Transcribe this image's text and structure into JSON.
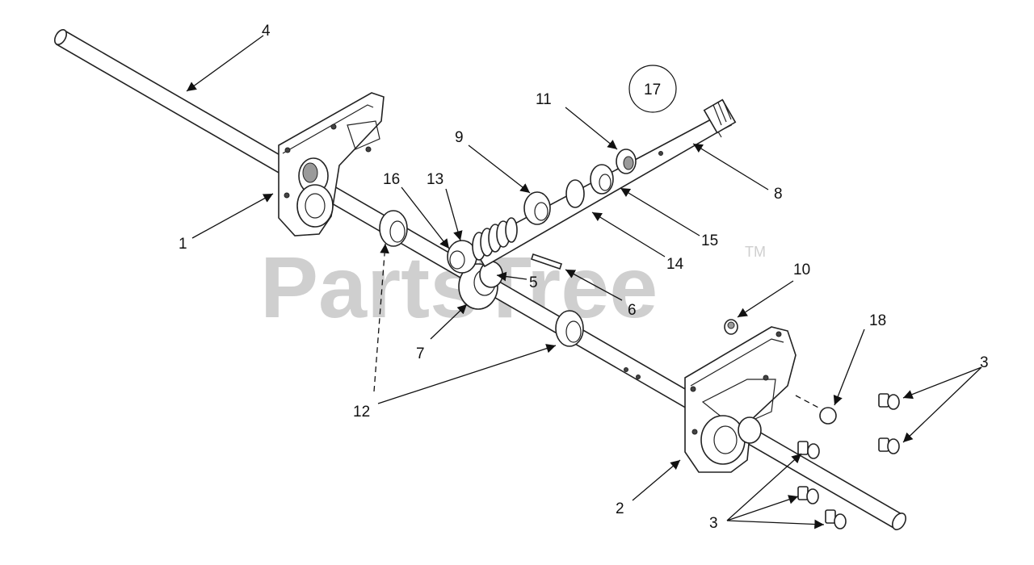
{
  "watermark": {
    "brand": "PartsTree",
    "trademark": "TM"
  },
  "callouts": {
    "c1": "1",
    "c2": "2",
    "c3a": "3",
    "c3b": "3",
    "c4": "4",
    "c5": "5",
    "c6": "6",
    "c7": "7",
    "c8": "8",
    "c9": "9",
    "c10": "10",
    "c11": "11",
    "c12": "12",
    "c13": "13",
    "c14": "14",
    "c15": "15",
    "c16": "16",
    "c17": "17",
    "c18": "18"
  }
}
